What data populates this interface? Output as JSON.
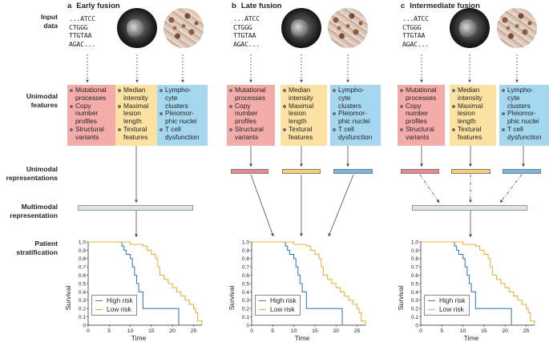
{
  "row_labels": {
    "input_data": [
      "Input",
      "data"
    ],
    "unimodal_features": [
      "Unimodal",
      "features"
    ],
    "unimodal_representations": [
      "Unimodal",
      "representations"
    ],
    "multimodal_representation": [
      "Multimodal",
      "representation"
    ],
    "patient_stratification": [
      "Patient",
      "stratification"
    ]
  },
  "panels": [
    {
      "letter": "a",
      "title": "Early fusion"
    },
    {
      "letter": "b",
      "title": "Late fusion"
    },
    {
      "letter": "c",
      "title": "Intermediate fusion"
    }
  ],
  "dna_lines": [
    "...ATCC",
    "CTGGG",
    "TTGTAA",
    "AGAC..."
  ],
  "image_icons": [
    "ct-scan-image",
    "histology-image"
  ],
  "features": {
    "red": [
      "Mutational processes",
      "Copy number profiles",
      "Structural variants"
    ],
    "red_display": [
      [
        "Mutational",
        "processes"
      ],
      [
        "Copy",
        "number",
        "profiles"
      ],
      [
        "Structural",
        "variants"
      ]
    ],
    "yellow": [
      "Median intensity",
      "Maximal lesion length",
      "Textural features"
    ],
    "yellow_display": [
      [
        "Median",
        "intensity"
      ],
      [
        "Maximal",
        "lesion",
        "length"
      ],
      [
        "Textural",
        "features"
      ]
    ],
    "blue": [
      "Lymphocyte clusters",
      "Pleiomorphic nuclei",
      "T cell dysfunction"
    ],
    "blue_display": [
      [
        "Lympho-",
        "cyte",
        "clusters"
      ],
      [
        "Pleiomor-",
        "phic nuclei"
      ],
      [
        "T cell",
        "dysfunction"
      ]
    ]
  },
  "colors": {
    "feature_red": "#f4acab",
    "feature_yellow": "#fbe2a3",
    "feature_blue": "#a5d8f0",
    "high_risk_line": "#3a7fc1",
    "low_risk_line": "#e8b33a"
  },
  "chart_data": [
    {
      "type": "line",
      "panel": "a",
      "xlabel": "Time",
      "ylabel": "Survival",
      "xlim": [
        0,
        27
      ],
      "ylim": [
        0,
        1.0
      ],
      "xticks": [
        0,
        5,
        10,
        15,
        20,
        25
      ],
      "yticks": [
        0,
        0.1,
        0.2,
        0.3,
        0.4,
        0.5,
        0.6,
        0.7,
        0.8,
        0.9,
        1.0
      ],
      "ytick_labels": [
        "0",
        "0.1",
        "0.2",
        "0.3",
        "0.4",
        "0.5",
        "0.6",
        "0.7",
        "0.8",
        "0.9",
        "1.0"
      ],
      "grid": false,
      "legend": "bottom-left",
      "series": [
        {
          "name": "High risk",
          "step": true,
          "x": [
            0,
            8,
            8.5,
            9,
            10,
            10.5,
            11,
            11.5,
            12,
            13,
            17,
            21.5
          ],
          "y": [
            1.0,
            0.95,
            0.9,
            0.85,
            0.8,
            0.7,
            0.6,
            0.5,
            0.4,
            0.2,
            0.2,
            0.0
          ]
        },
        {
          "name": "Low risk",
          "step": true,
          "x": [
            0,
            10,
            13,
            14,
            15,
            16,
            16.5,
            17,
            18,
            19,
            20,
            21,
            22,
            23,
            24,
            25,
            25.5,
            26,
            27
          ],
          "y": [
            1.0,
            0.97,
            0.95,
            0.9,
            0.85,
            0.8,
            0.7,
            0.6,
            0.55,
            0.5,
            0.45,
            0.4,
            0.35,
            0.3,
            0.25,
            0.2,
            0.15,
            0.05,
            0.0
          ]
        }
      ]
    },
    {
      "type": "line",
      "panel": "b",
      "xlabel": "Time",
      "ylabel": "Survival",
      "xlim": [
        0,
        27
      ],
      "ylim": [
        0,
        1.0
      ],
      "xticks": [
        0,
        5,
        10,
        15,
        20,
        25
      ],
      "yticks": [
        0,
        0.1,
        0.2,
        0.3,
        0.4,
        0.5,
        0.6,
        0.7,
        0.8,
        0.9,
        1.0
      ],
      "ytick_labels": [
        "0",
        "0.1",
        "0.2",
        "0.3",
        "0.4",
        "0.5",
        "0.6",
        "0.7",
        "0.8",
        "0.9",
        "1.0"
      ],
      "grid": false,
      "legend": "bottom-left",
      "series": [
        {
          "name": "High risk",
          "step": true,
          "x": [
            0,
            8,
            8.5,
            9,
            10,
            10.5,
            11,
            11.5,
            12,
            13,
            17,
            21.5
          ],
          "y": [
            1.0,
            0.95,
            0.9,
            0.85,
            0.8,
            0.7,
            0.6,
            0.5,
            0.4,
            0.2,
            0.2,
            0.0
          ]
        },
        {
          "name": "Low risk",
          "step": true,
          "x": [
            0,
            10,
            13,
            14,
            15,
            16,
            16.5,
            17,
            18,
            19,
            20,
            21,
            22,
            23,
            24,
            25,
            25.5,
            26,
            27
          ],
          "y": [
            1.0,
            0.97,
            0.95,
            0.9,
            0.85,
            0.8,
            0.7,
            0.6,
            0.55,
            0.5,
            0.45,
            0.4,
            0.35,
            0.3,
            0.25,
            0.2,
            0.15,
            0.05,
            0.0
          ]
        }
      ]
    },
    {
      "type": "line",
      "panel": "c",
      "xlabel": "Time",
      "ylabel": "Survival",
      "xlim": [
        0,
        27
      ],
      "ylim": [
        0,
        1.0
      ],
      "xticks": [
        0,
        5,
        10,
        15,
        20,
        25
      ],
      "yticks": [
        0,
        0.1,
        0.2,
        0.3,
        0.4,
        0.5,
        0.6,
        0.7,
        0.8,
        0.9,
        1.0
      ],
      "ytick_labels": [
        "0",
        "0.1",
        "0.2",
        "0.3",
        "0.4",
        "0.5",
        "0.6",
        "0.7",
        "0.8",
        "0.9",
        "1.0"
      ],
      "grid": false,
      "legend": "bottom-left",
      "series": [
        {
          "name": "High risk",
          "step": true,
          "x": [
            0,
            8,
            8.5,
            9,
            10,
            10.5,
            11,
            11.5,
            12,
            13,
            17,
            21.5
          ],
          "y": [
            1.0,
            0.95,
            0.9,
            0.85,
            0.8,
            0.7,
            0.6,
            0.5,
            0.4,
            0.2,
            0.2,
            0.0
          ]
        },
        {
          "name": "Low risk",
          "step": true,
          "x": [
            0,
            10,
            13,
            14,
            15,
            16,
            16.5,
            17,
            18,
            19,
            20,
            21,
            22,
            23,
            24,
            25,
            25.5,
            26,
            27
          ],
          "y": [
            1.0,
            0.97,
            0.95,
            0.9,
            0.85,
            0.8,
            0.7,
            0.6,
            0.55,
            0.5,
            0.45,
            0.4,
            0.35,
            0.3,
            0.25,
            0.2,
            0.15,
            0.05,
            0.0
          ]
        }
      ]
    }
  ]
}
